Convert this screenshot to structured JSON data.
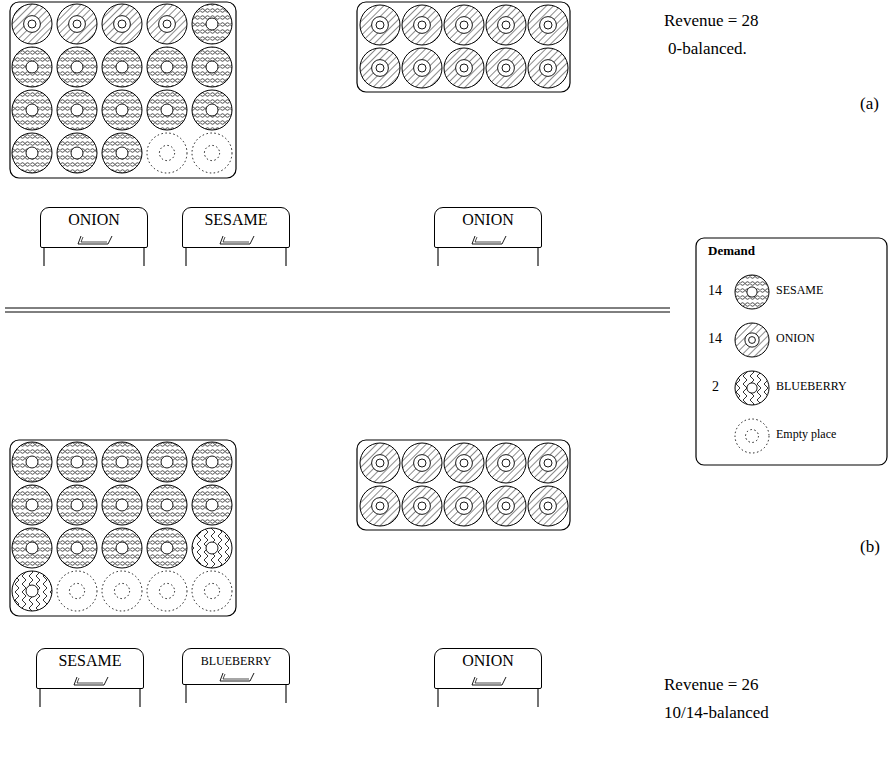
{
  "diagram": {
    "nodes": [
      {
        "text": [
          "ONION"
        ]
      },
      {
        "text": [
          "SESAME"
        ]
      },
      {
        "text": [
          "ONION"
        ]
      },
      {
        "text": [
          "SESAME"
        ]
      },
      {
        "text": [
          "BLUEBERRY"
        ]
      },
      {
        "text": [
          "ONION"
        ]
      }
    ],
    "labels": [
      "Revenue = 28",
      "0-balanced.",
      "(a)",
      "Demand",
      "14",
      "14",
      "2",
      "(b)",
      "Revenue = 26",
      "10/14-balanced"
    ],
    "legend": [
      {
        "text": "SESAME"
      },
      {
        "text": "ONION"
      },
      {
        "text": "BLUEBERRY"
      },
      {
        "text": "Empty place"
      }
    ]
  }
}
